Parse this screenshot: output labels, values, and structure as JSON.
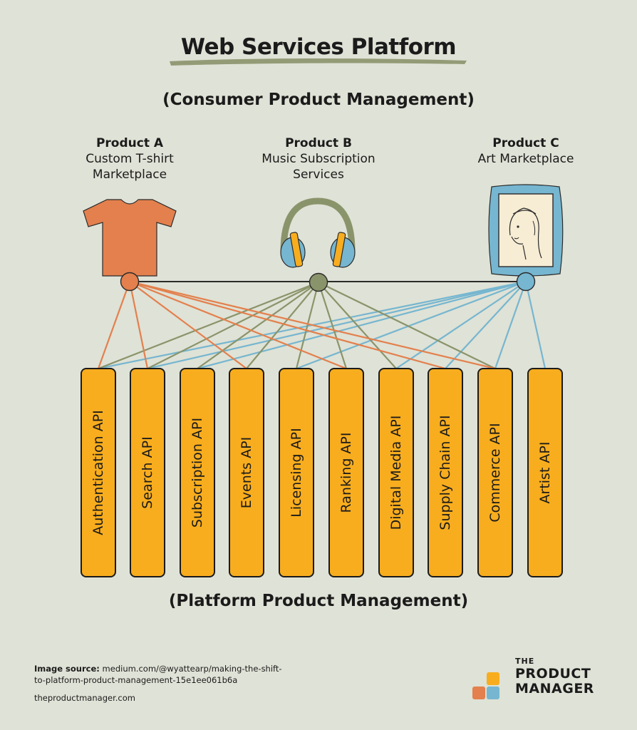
{
  "title": "Web Services Platform",
  "subtitle": "(Consumer Product Management)",
  "products": [
    {
      "name": "Product A",
      "desc_line1": "Custom T-shirt",
      "desc_line2": "Marketplace",
      "icon": "tshirt-icon",
      "color": "#e3804d"
    },
    {
      "name": "Product B",
      "desc_line1": "Music Subscription",
      "desc_line2": "Services",
      "icon": "headphones-icon",
      "color": "#8a946b"
    },
    {
      "name": "Product C",
      "desc_line1": "Art Marketplace",
      "desc_line2": "",
      "icon": "framed-portrait-icon",
      "color": "#76b6d0"
    }
  ],
  "apis": [
    "Authentication API",
    "Search API",
    "Subscription API",
    "Events API",
    "Licensing API",
    "Ranking API",
    "Digital Media API",
    "Supply Chain API",
    "Commerce API",
    "Artist API"
  ],
  "connections": {
    "Product A": [
      "Authentication API",
      "Search API",
      "Events API",
      "Ranking API",
      "Supply Chain API",
      "Commerce API"
    ],
    "Product B": [
      "Authentication API",
      "Search API",
      "Subscription API",
      "Events API",
      "Licensing API",
      "Ranking API",
      "Digital Media API",
      "Commerce API"
    ],
    "Product C": [
      "Authentication API",
      "Search API",
      "Subscription API",
      "Licensing API",
      "Digital Media API",
      "Supply Chain API",
      "Commerce API",
      "Artist API"
    ]
  },
  "platform_title": "(Platform Product Management)",
  "footer": {
    "source_label": "Image source:",
    "source_line1": "medium.com/@wyattearp/making-the-shift-",
    "source_line2": "to-platform-product-management-15e1ee061b6a",
    "site": "theproductmanager.com"
  },
  "logo": {
    "the": "THE",
    "line1": "PRODUCT",
    "line2": "MANAGER",
    "colors": [
      "#f8ad1e",
      "#e3804d",
      "#76b6d0"
    ]
  },
  "colors": {
    "background": "#dfe2d6",
    "api_box": "#f8ad1e",
    "brush_underline": "#8a946b"
  }
}
